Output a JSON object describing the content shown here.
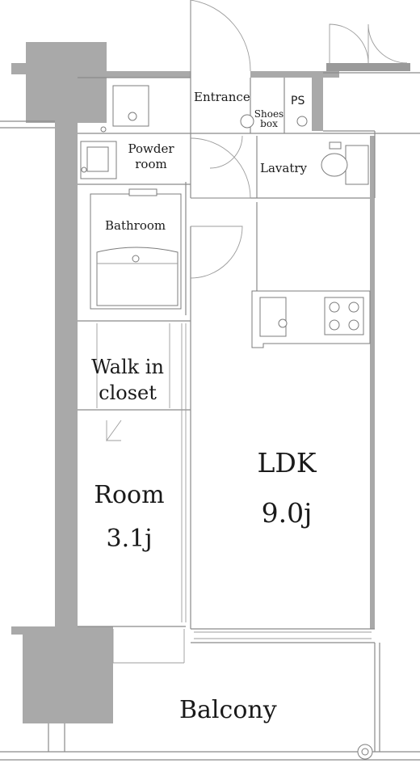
{
  "rooms": {
    "entrance": "Entrance",
    "shoes_box": "Shoes box",
    "ps": "PS",
    "powder_room": "Powder room",
    "lavatry": "Lavatry",
    "bathroom": "Bathroom",
    "walk_in_closet": "Walk in closet",
    "room": {
      "name": "Room",
      "size": "3.1j"
    },
    "ldk": {
      "name": "LDK",
      "size": "9.0j"
    },
    "balcony": "Balcony"
  },
  "colors": {
    "wall": "#a9a9a9",
    "line": "#8a8a8a",
    "text": "#1a1a1a",
    "background": "#ffffff"
  }
}
